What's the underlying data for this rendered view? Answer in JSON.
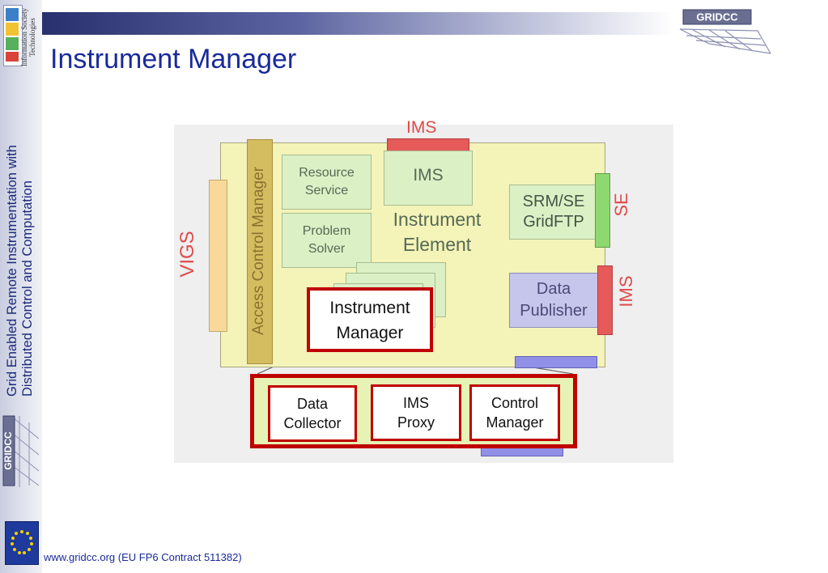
{
  "page": {
    "title": "Instrument Manager",
    "footer": "www.gridcc.org (EU FP6 Contract 511382)"
  },
  "sidebar": {
    "ist_logo_text": [
      "Information Society",
      "Technologies"
    ],
    "vertical_title": [
      "Grid Enabled Remote Instrumentation with",
      "Distributed Control and Computation"
    ],
    "gridcc_logo": "GRIDCC"
  },
  "header": {
    "gridcc_logo": "GRIDCC"
  },
  "diagram": {
    "ims_top_label": "IMS",
    "vigs_label": "VIGS",
    "access_control_manager": "Access Control Manager",
    "resource_service": [
      "Resource",
      "Service"
    ],
    "problem_solver": [
      "Problem",
      "Solver"
    ],
    "ims_box": "IMS",
    "instrument_element": [
      "Instrument",
      "Element"
    ],
    "srm_se": [
      "SRM/SE",
      "GridFTP"
    ],
    "se_label": "SE",
    "data_publisher": [
      "Data",
      "Publisher"
    ],
    "ims_right_label": "IMS",
    "instrument_manager": [
      "Instrument",
      "Manager"
    ],
    "data_collector": [
      "Data",
      "Collector"
    ],
    "ims_proxy": [
      "IMS",
      "Proxy"
    ],
    "control_manager": [
      "Control",
      "Manager"
    ]
  },
  "colors": {
    "title_blue": "#1a2a9a",
    "label_red": "#e04a4a",
    "frame_red": "#c00000",
    "ie_yellow": "#f4f3b8",
    "box_green": "#dcf0c6"
  }
}
